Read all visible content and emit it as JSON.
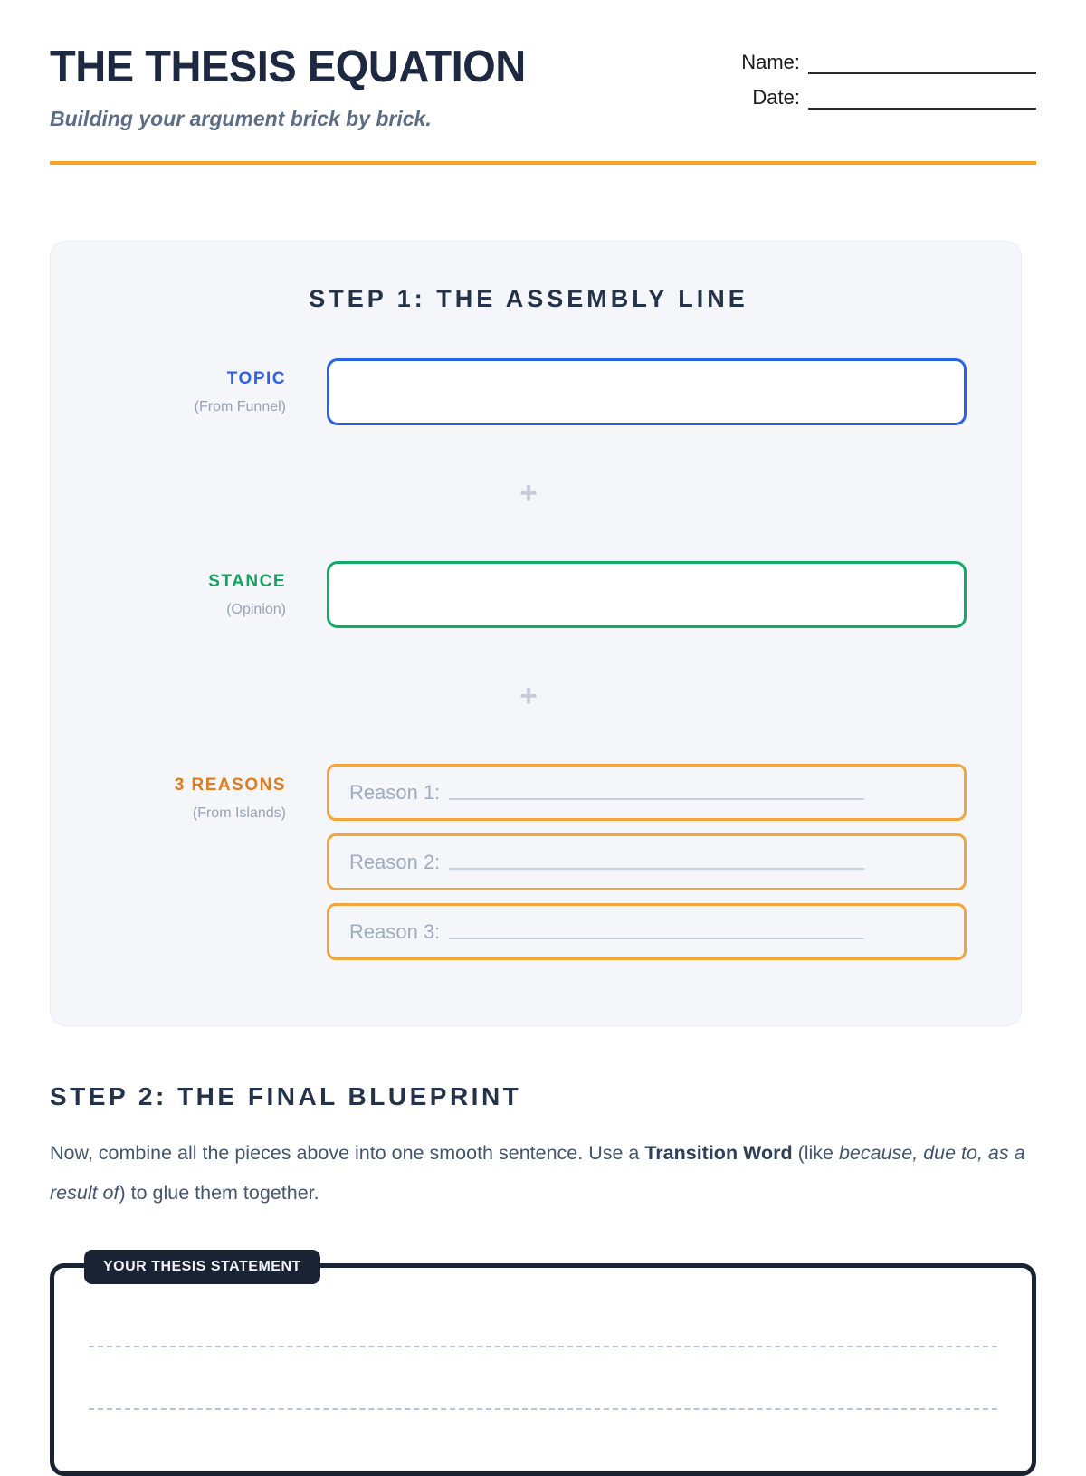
{
  "header": {
    "title": "THE THESIS EQUATION",
    "subtitle": "Building your argument brick by brick.",
    "name_label": "Name:",
    "date_label": "Date:"
  },
  "step1": {
    "heading": "STEP 1: THE ASSEMBLY LINE",
    "plus": "+",
    "topic": {
      "label": "TOPIC",
      "sublabel": "(From Funnel)"
    },
    "stance": {
      "label": "STANCE",
      "sublabel": "(Opinion)"
    },
    "reasons": {
      "label": "3 REASONS",
      "sublabel": "(From Islands)",
      "items": [
        "Reason 1:",
        "Reason 2:",
        "Reason 3:"
      ]
    }
  },
  "step2": {
    "heading": "STEP 2: THE FINAL BLUEPRINT",
    "paragraph": {
      "part1": "Now, combine all the pieces above into one smooth sentence. Use a ",
      "bold": "Transition Word",
      "part2": " (like ",
      "italic": "because, due to, as a result of",
      "part3": ") to glue them together."
    },
    "thesis_badge": "YOUR THESIS STATEMENT"
  },
  "colors": {
    "accent_rule_orange": "#F5A522",
    "topic_blue": "#2B63E8",
    "stance_green": "#12AB64",
    "reasons_orange": "#E07C1C",
    "navy": "#1D2940",
    "card_background": "#F4F6FA",
    "plus_gray": "#C3CBD9"
  }
}
